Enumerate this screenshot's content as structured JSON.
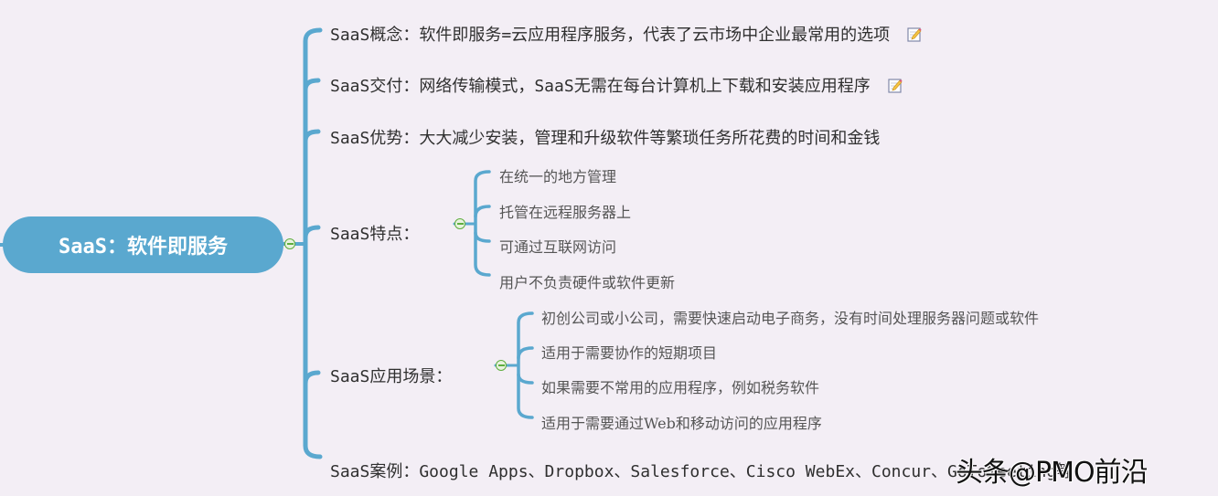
{
  "colors": {
    "background": "#f3eef5",
    "branch": "#5aa8cf",
    "toggle": "#5fae3e",
    "text": "#333333"
  },
  "root": {
    "label": "SaaS：软件即服务"
  },
  "branches": [
    {
      "label": "SaaS概念：软件即服务=云应用程序服务，代表了云市场中企业最常用的选项",
      "has_note": true,
      "note_icon": "note-icon"
    },
    {
      "label": "SaaS交付：网络传输模式，SaaS无需在每台计算机上下载和安装应用程序",
      "has_note": true,
      "note_icon": "note-icon"
    },
    {
      "label": "SaaS优势：大大减少安装，管理和升级软件等繁琐任务所花费的时间和金钱"
    },
    {
      "label": "SaaS特点：",
      "children": [
        "在统一的地方管理",
        "托管在远程服务器上",
        "可通过互联网访问",
        "用户不负责硬件或软件更新"
      ]
    },
    {
      "label": "SaaS应用场景：",
      "children": [
        "初创公司或小公司，需要快速启动电子商务，没有时间处理服务器问题或软件",
        "适用于需要协作的短期项目",
        "如果需要不常用的应用程序，例如税务软件",
        "适用于需要通过Web和移动访问的应用程序"
      ]
    },
    {
      "label": "SaaS案例：Google Apps、Dropbox、Salesforce、Cisco WebEx、Concur、GoToMeeting等"
    }
  ],
  "watermark": "头条@PMO前沿"
}
